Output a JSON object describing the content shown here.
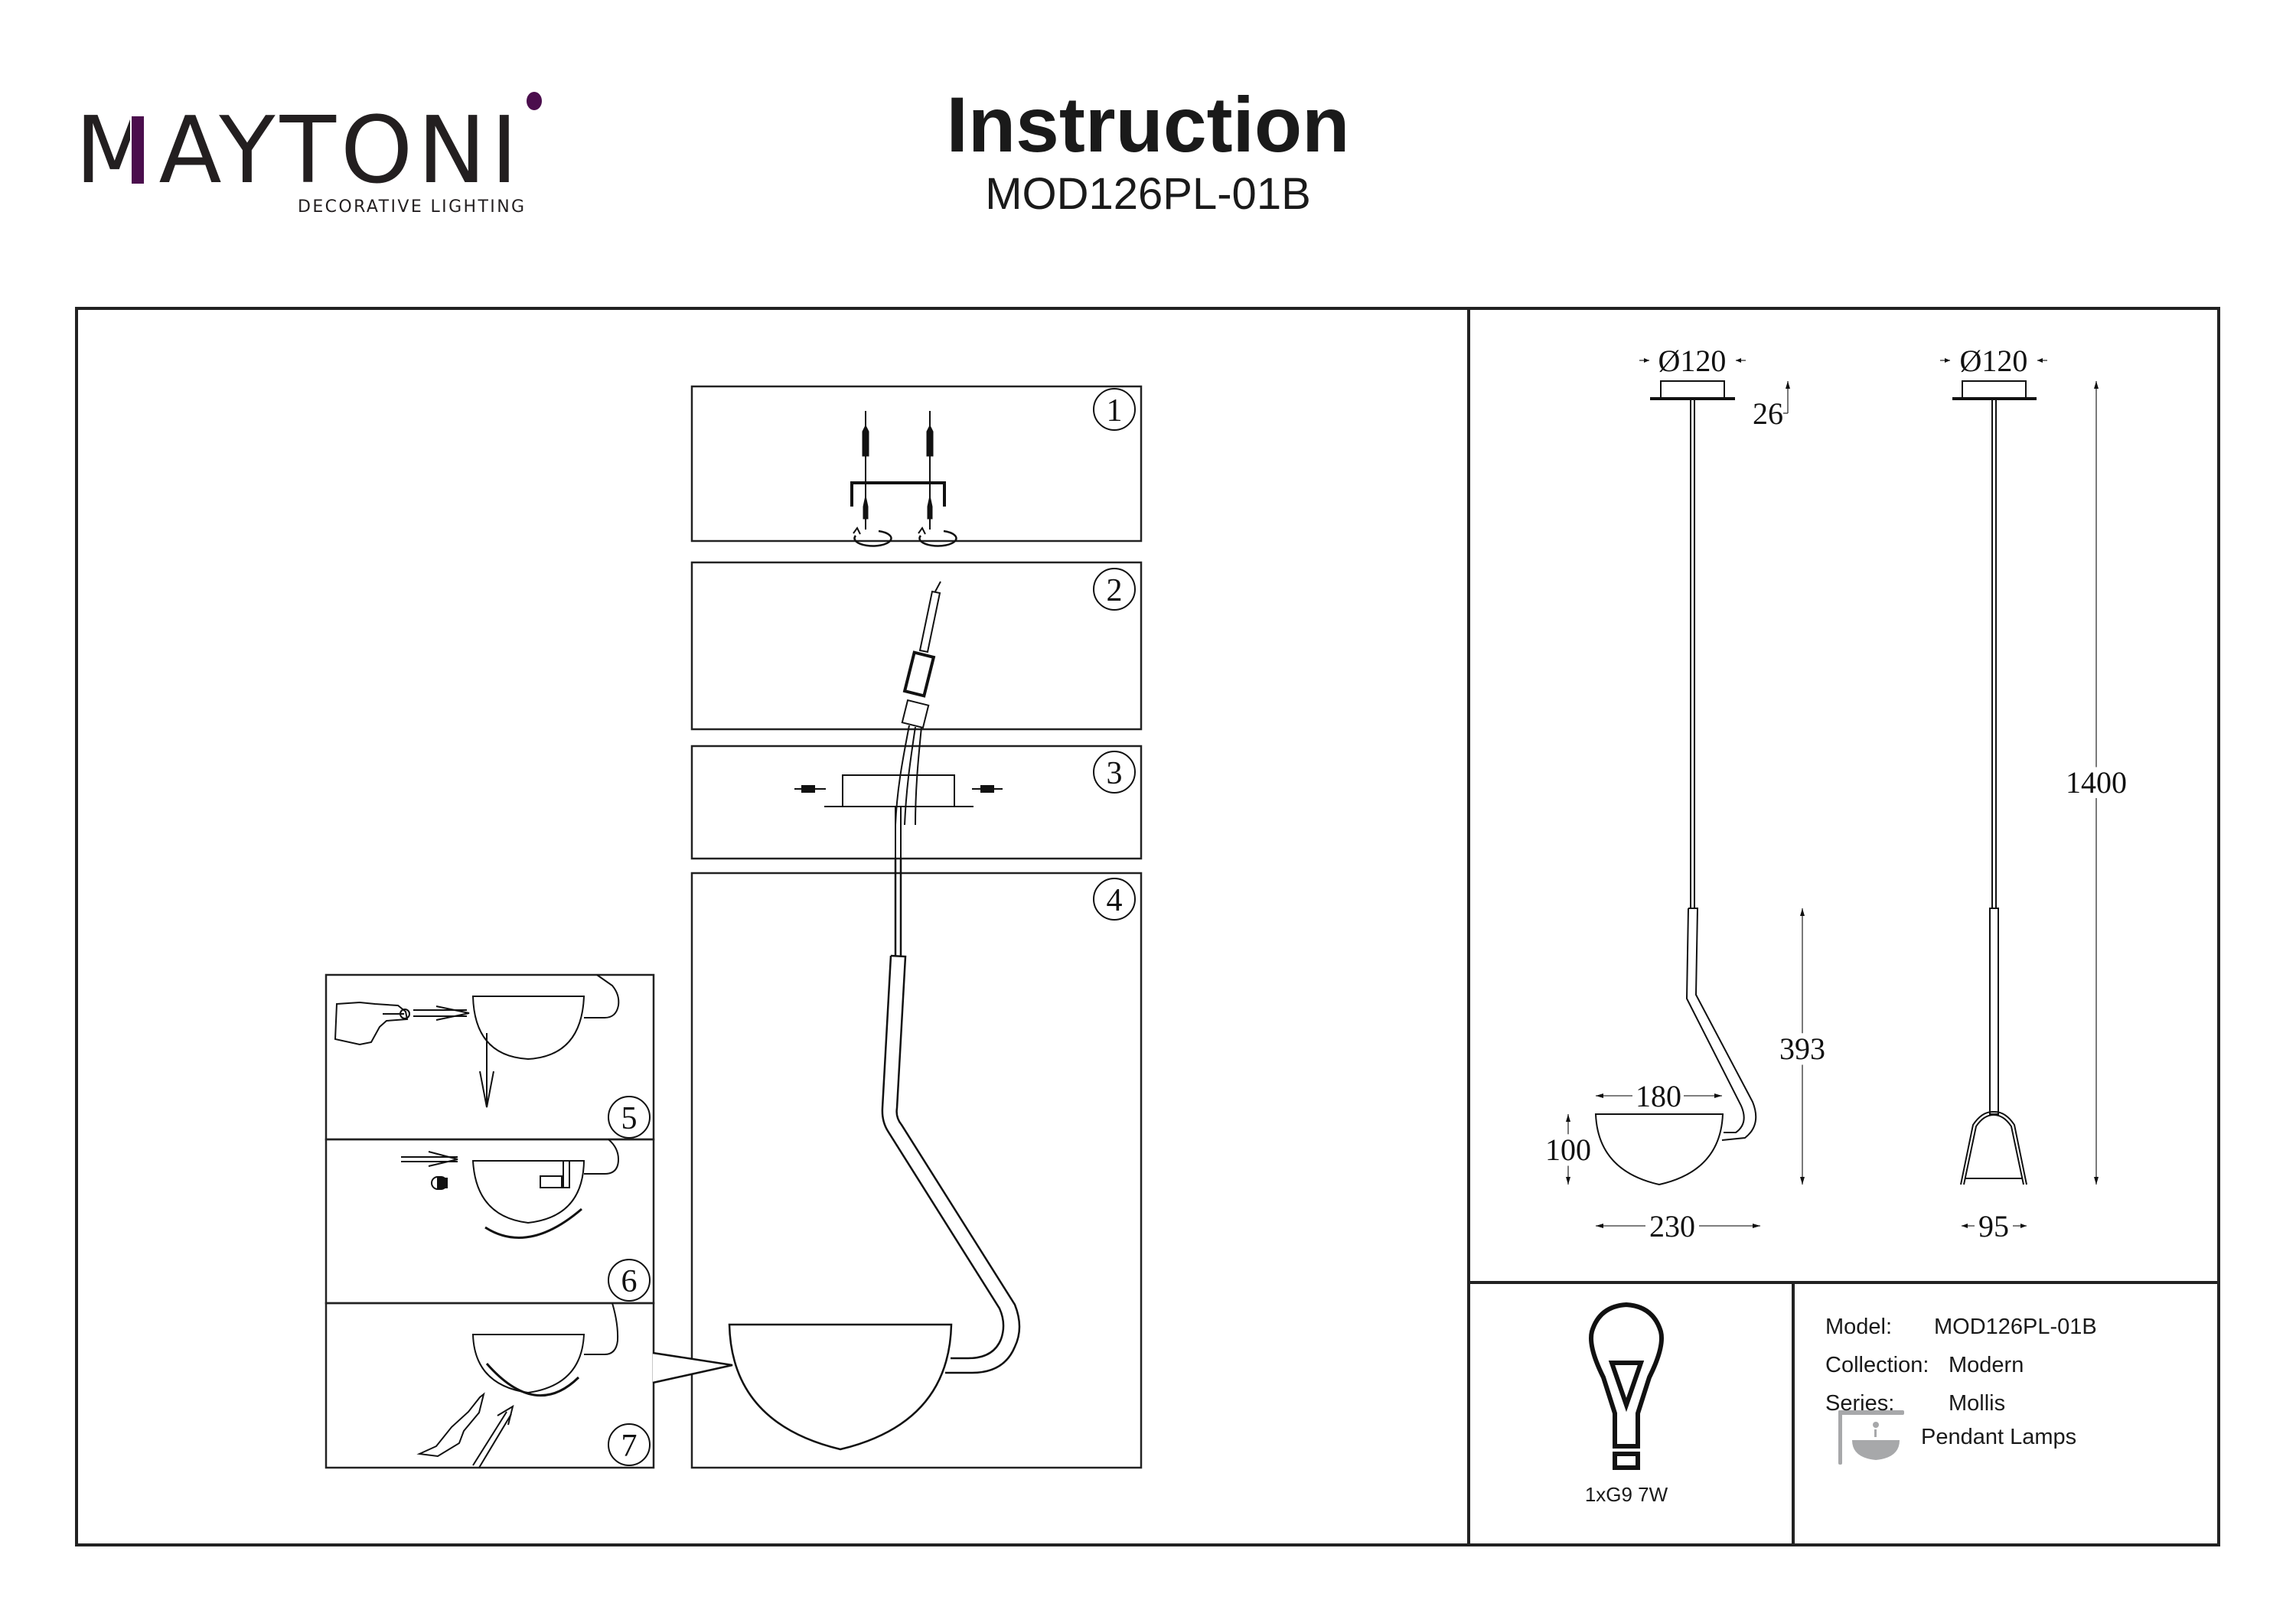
{
  "header": {
    "brand": "MAYTONI",
    "brand_tagline": "DECORATIVE LIGHTING",
    "brand_accent_color": "#4b0e4d",
    "title": "Instruction",
    "model_code": "MOD126PL-01B"
  },
  "assembly_steps": [
    {
      "number": "1",
      "description_icon": "ceiling-bracket-screws-icon"
    },
    {
      "number": "2",
      "description_icon": "wire-connection-icon"
    },
    {
      "number": "3",
      "description_icon": "canopy-fixing-screws-icon"
    },
    {
      "number": "4",
      "description_icon": "pendant-assembled-icon"
    },
    {
      "number": "5",
      "description_icon": "remove-shade-icon"
    },
    {
      "number": "6",
      "description_icon": "insert-bulb-icon"
    },
    {
      "number": "7",
      "description_icon": "reattach-shade-icon"
    }
  ],
  "dimensions": {
    "unit": "mm",
    "canopy_diameter_side": "Ø120",
    "canopy_diameter_front": "Ø120",
    "canopy_height": "26",
    "total_height": "1400",
    "arm_height": "393",
    "shade_diameter": "180",
    "shade_height": "100",
    "total_width": "230",
    "front_width": "95"
  },
  "bulb": {
    "icon": "light-bulb-icon",
    "spec": "1xG9 7W"
  },
  "specs": {
    "model_label": "Model:",
    "model_value": "MOD126PL-01B",
    "collection_label": "Collection:",
    "collection_value": "Modern",
    "series_label": "Series:",
    "series_value": "Mollis",
    "category_icon": "pendant-lamp-icon",
    "category": "Pendant Lamps",
    "category_icon_color": "#a7a8aa"
  }
}
